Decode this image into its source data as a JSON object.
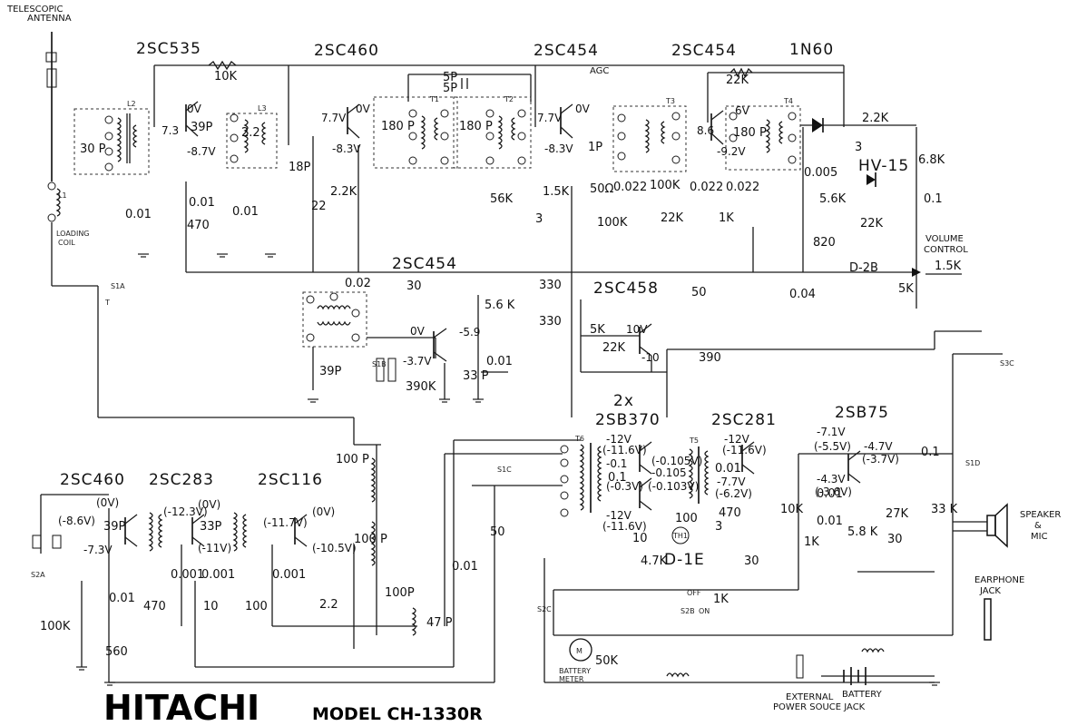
{
  "diagram": {
    "brand": "HITACHI",
    "model": "MODEL CH-1330R",
    "transistors": [
      "2SC535",
      "2SC460",
      "2SC454",
      "2SC454",
      "2SC454",
      "2SC458",
      "2SC460",
      "2SC283",
      "2SC116",
      "2x",
      "2SB370",
      "2SC281",
      "2SB75"
    ],
    "transistor_notes": {
      "agc": "AGC",
      "diode": "1N60"
    },
    "antenna": {
      "label_line1": "TELESCOPIC",
      "label_line2": "ANTENNA",
      "coil_line1": "LOADING",
      "coil_line2": "COIL"
    },
    "jacks": {
      "volume_line1": "VOLUME",
      "volume_line2": "CONTROL",
      "speaker_line1": "SPEAKER",
      "speaker_line2": "&",
      "speaker_line3": "MIC",
      "earphone_line1": "EARPHONE",
      "earphone_line2": "JACK",
      "meter_line1": "BATTERY",
      "meter_line2": "METER",
      "ext_line1": "EXTERNAL",
      "ext_line2": "POWER SOUCE JACK",
      "battery": "BATTERY"
    },
    "devices": [
      "HV-15",
      "D-2B",
      "D-1E"
    ],
    "voltages": [
      "0V",
      "7.3",
      "-8.7V",
      "7.7V",
      "0V",
      "-8.3V",
      "7.7V",
      "0V",
      "-8.3V",
      "8.6",
      "-9.2V",
      "6V",
      "-3.7V",
      "0V",
      "-5.9",
      "10V",
      "-10",
      "(0V)",
      "(-8.6V)",
      "-7.3V",
      "(-12.3V)",
      "(0V)",
      "(-11V)",
      "(-11.7V)",
      "(0V)",
      "(-10.5V)",
      "-12V",
      "(-11.6V)",
      "-0.1",
      "(-0.3V)",
      "(-0.105V)",
      "-12V",
      "(-11.6V)",
      "-12V",
      "(-11.6V)",
      "-0.105",
      "(-0.103V)",
      "-7.1V",
      "(-5.5V)",
      "-4.7V",
      "(-3.7V)",
      "-4.3V",
      "(-3.6V)",
      "-7.7V",
      "(-6.2V)"
    ],
    "values": [
      "10K",
      "22K",
      "5P",
      "30 P",
      "0.01",
      "0.01",
      "470",
      "39P",
      "2.2",
      "0.01",
      "18P",
      "22",
      "2.2K",
      "180 P",
      "180 P",
      "5P",
      "56K",
      "1.5K",
      "3",
      "1P",
      "50Ω",
      "0.022",
      "100K",
      "100K",
      "22K",
      "1K",
      "180 P",
      "0.022",
      "0.022",
      "0.005",
      "2.2K",
      "3",
      "6.8K",
      "0.1",
      "5.6K",
      "22K",
      "820",
      "1.5K",
      "5K",
      "0.04",
      "50",
      "0.02",
      "30",
      "5.6 K",
      "330",
      "330",
      "39P",
      "390K",
      "33 P",
      "0.01",
      "5K",
      "22K",
      "390",
      "39P",
      "33P",
      "0.001",
      "0.001",
      "0.001",
      "470",
      "10",
      "100",
      "2.2",
      "100K",
      "560",
      "0.01",
      "100 P",
      "100 P",
      "100P",
      "47 P",
      "50",
      "0.01",
      "0.1",
      "10",
      "4.7K",
      "100",
      "3",
      "0.01",
      "470",
      "10K",
      "30",
      "1K",
      "1K",
      "27K",
      "5.8 K",
      "30",
      "0.01",
      "0.1",
      "33 K",
      "50K",
      "1K"
    ],
    "switch_labels": [
      "S1A",
      "S1B",
      "S2A",
      "S3C",
      "S1D",
      "S2B",
      "S2C",
      "S1C",
      "ON",
      "OFF",
      "T"
    ]
  }
}
